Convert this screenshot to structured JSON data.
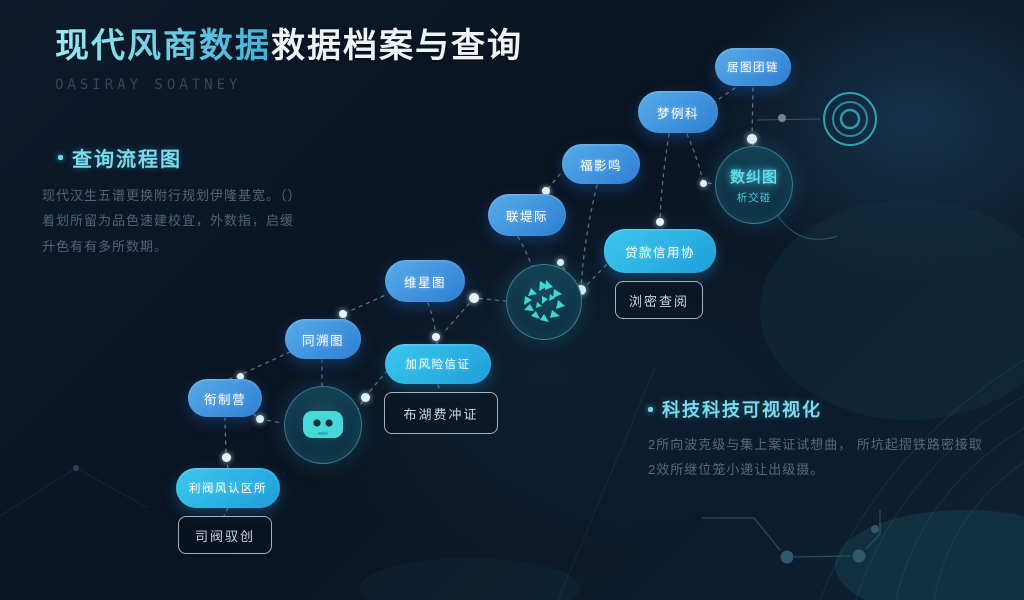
{
  "title": {
    "main_highlight": "现代风商数据",
    "main_rest": "救据档案与查询",
    "subtitle": "OASIRAY SOATNEY"
  },
  "sections": {
    "flow": {
      "heading": "查询流程图",
      "body_lines": [
        "现代汉生五谱更换附行规划伊隆基宽。（）",
        "着划所留为品色速建校宜，外数指，启缓",
        "升色有有多所数期。"
      ]
    },
    "tech": {
      "heading": "科技科技可视视化",
      "body_lines": [
        "2所向波克级与集上案证试想曲， 所坑起摺铁路密接取",
        "2效所继位笼小递让出级摄。"
      ]
    }
  },
  "diagram": {
    "pills_blue": [
      "衔制营",
      "同溯图",
      "维星图",
      "联堤际",
      "福影鸣",
      "梦例科",
      "居图团链"
    ],
    "pills_cyan": [
      "利阀风认区所",
      "加风险信证",
      "贷款信用协"
    ],
    "boxes": [
      "司阀驭创",
      "布湖费冲证",
      "浏密查阅"
    ],
    "hub_labels": {
      "line1": "数纠图",
      "line2": "析交碰"
    },
    "icons": {
      "left_hub": "robot-icon",
      "mid_hub": "starburst-icon",
      "corner": "target-rings-icon"
    },
    "colors": {
      "accent_cyan": "#79dcec",
      "pill_blue": "#3f97e0",
      "pill_cyan": "#2bb7e6",
      "node_teal": "#113645",
      "background": "#0b1626"
    }
  }
}
